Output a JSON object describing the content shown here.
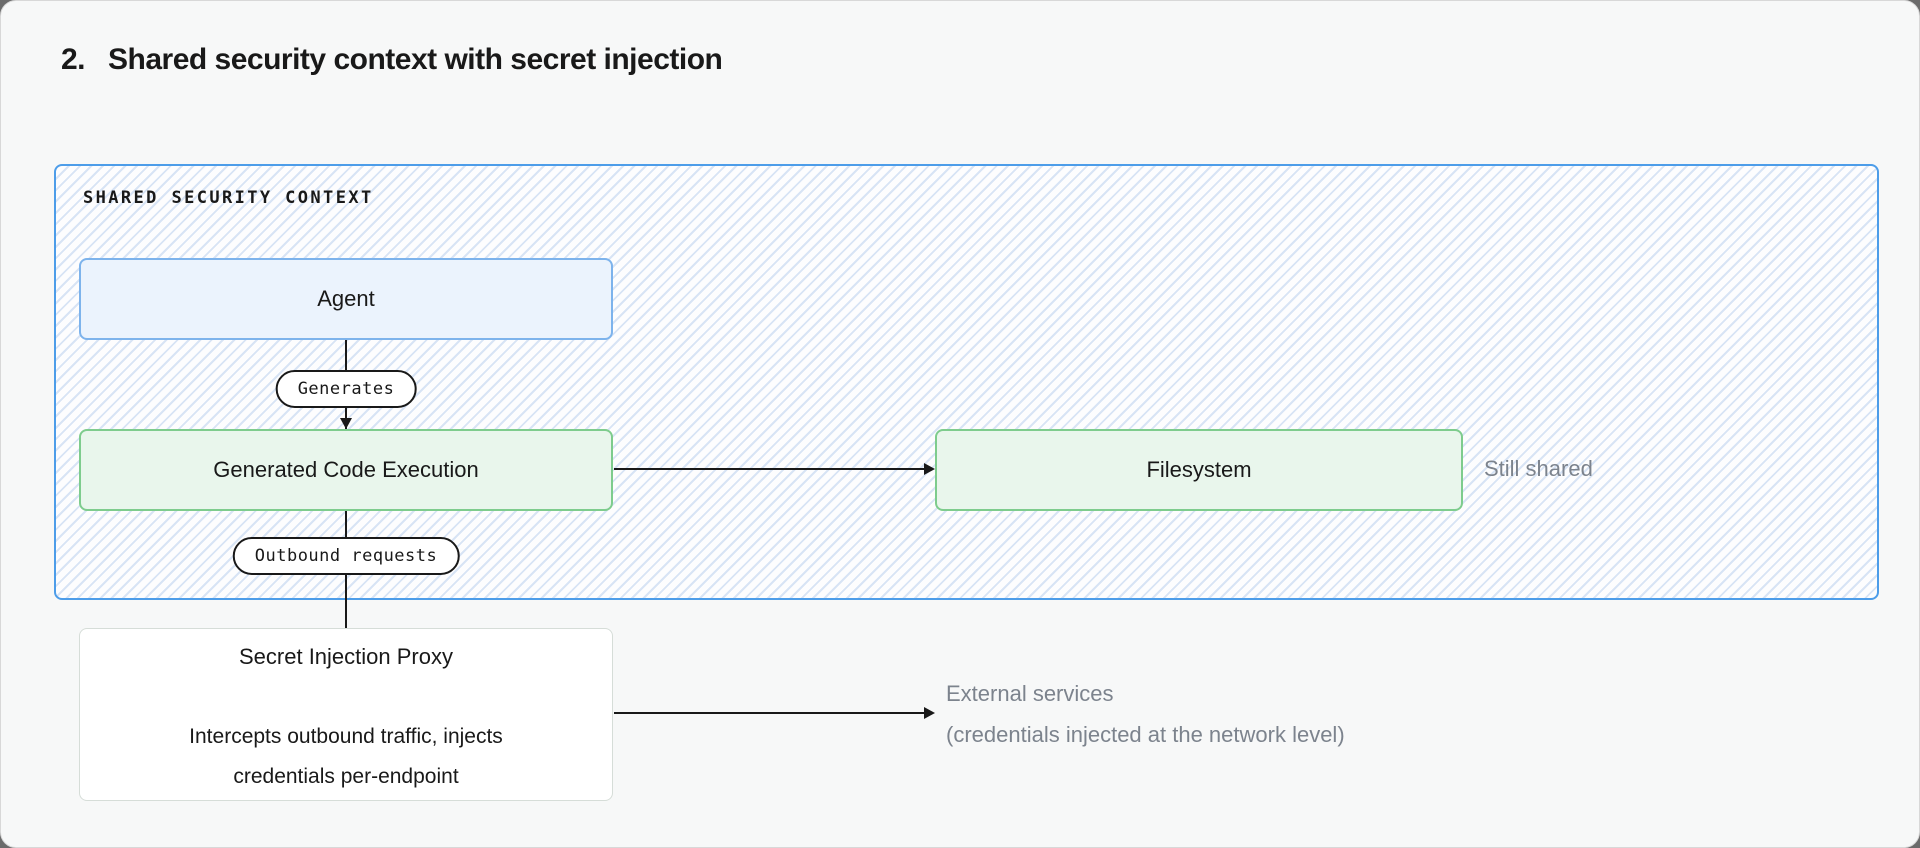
{
  "header": {
    "number": "2.",
    "title": "Shared security context with secret injection"
  },
  "diagram": {
    "container_label": "SHARED SECURITY CONTEXT",
    "nodes": {
      "agent": "Agent",
      "generated_code_execution": "Generated Code Execution",
      "filesystem": "Filesystem",
      "proxy_title": "Secret Injection Proxy",
      "proxy_desc_line1": "Intercepts outbound traffic, injects",
      "proxy_desc_line2": "credentials per-endpoint"
    },
    "edge_labels": {
      "generates": "Generates",
      "outbound_requests": "Outbound requests"
    },
    "annotations": {
      "still_shared": "Still shared",
      "external_line1": "External services",
      "external_line2": "(credentials injected at the network level)"
    }
  },
  "colors": {
    "accent_blue": "#4d9de9",
    "stripe_blue": "#d8e4f5",
    "node_blue_bg": "#ebf3fd",
    "node_blue_border": "#7db3ec",
    "node_green_bg": "#e9f6ec",
    "node_green_border": "#7ecc8d",
    "proxy_border": "#d6ddd8",
    "ink": "#191919",
    "muted_gray": "#7c838d"
  }
}
